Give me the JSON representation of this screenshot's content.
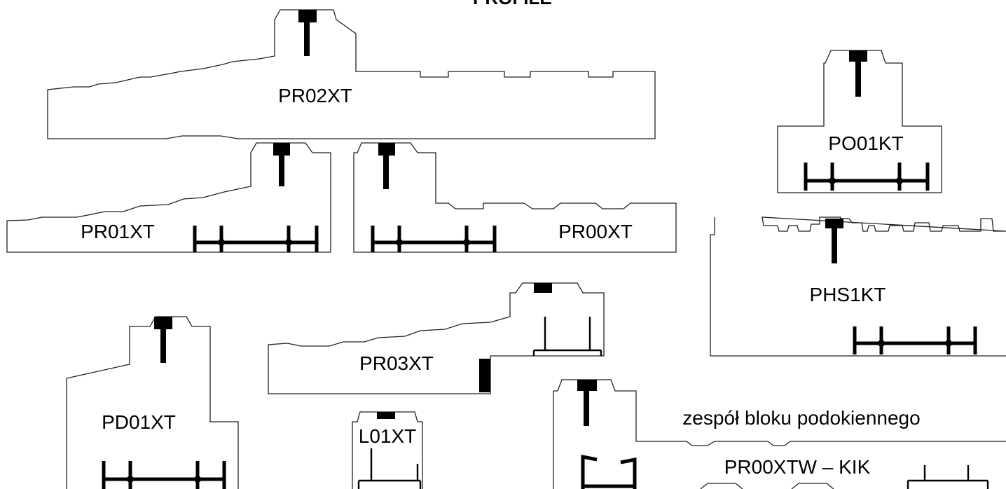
{
  "title": "PROFILE",
  "profiles": [
    {
      "id": "pr02xt",
      "label": "PR02XT"
    },
    {
      "id": "pr01xt",
      "label": "PR01XT"
    },
    {
      "id": "pr00xt",
      "label": "PR00XT"
    },
    {
      "id": "po01kt",
      "label": "PO01KT"
    },
    {
      "id": "phs1kt",
      "label": "PHS1KT"
    },
    {
      "id": "pr03xt",
      "label": "PR03XT"
    },
    {
      "id": "pd01xt",
      "label": "PD01XT"
    },
    {
      "id": "l01xt",
      "label": "L01XT"
    }
  ],
  "assembly": {
    "caption": "zespół bloku podokiennego",
    "label": "PR00XTW – KIK"
  }
}
